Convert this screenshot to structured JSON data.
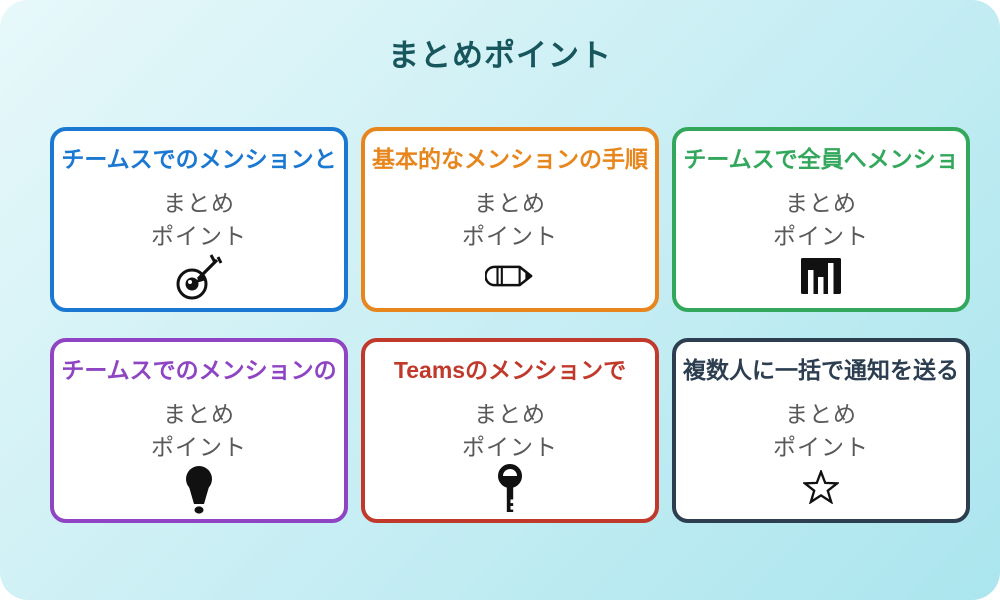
{
  "page": {
    "title": "まとめポイント"
  },
  "colors": {
    "page_title": "#16565c",
    "background_start": "#e7f8fa",
    "background_end": "#abe5ee",
    "card_background": "#ffffff",
    "subtitle_gray": "#595959",
    "icon_black": "#111111"
  },
  "cards": [
    {
      "title": "チームスでのメンションと",
      "accent": "#1b78d2",
      "line1": "まとめ",
      "line2": "ポイント",
      "icon": "target-arrow-icon"
    },
    {
      "title": "基本的なメンションの手順",
      "accent": "#e8861e",
      "line1": "まとめ",
      "line2": "ポイント",
      "icon": "pencil-icon"
    },
    {
      "title": "チームスで全員へメンショ",
      "accent": "#33a85c",
      "line1": "まとめ",
      "line2": "ポイント",
      "icon": "bar-chart-icon"
    },
    {
      "title": "チームスでのメンションの",
      "accent": "#8e44c3",
      "line1": "まとめ",
      "line2": "ポイント",
      "icon": "lightbulb-icon"
    },
    {
      "title": "Teamsのメンションで",
      "accent": "#c0392b",
      "line1": "まとめ",
      "line2": "ポイント",
      "icon": "key-icon"
    },
    {
      "title": "複数人に一括で通知を送る",
      "accent": "#2c3e50",
      "line1": "まとめ",
      "line2": "ポイント",
      "icon": "star-icon"
    }
  ]
}
